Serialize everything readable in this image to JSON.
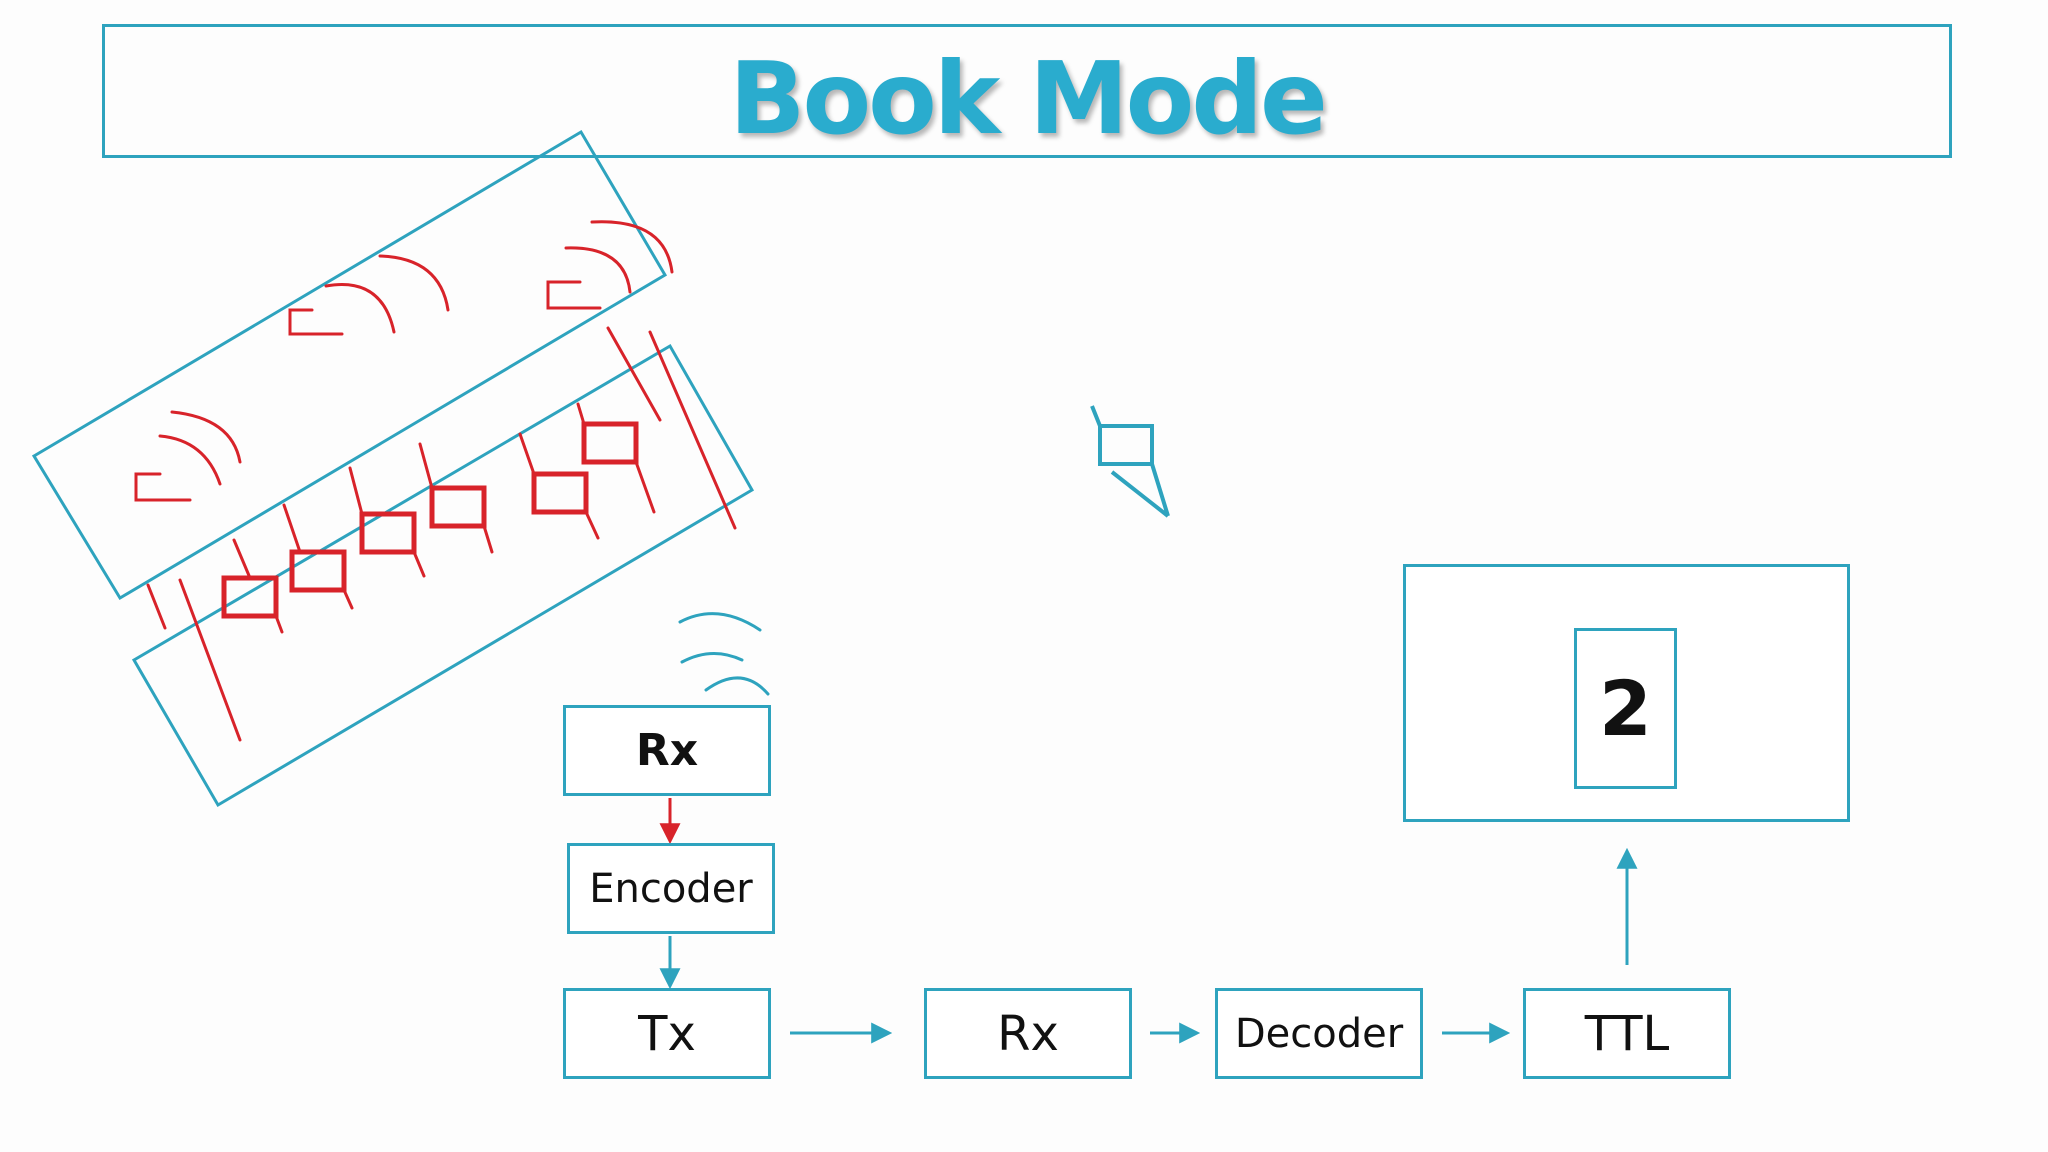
{
  "title": "Book Mode",
  "colors": {
    "title": "#2aacce",
    "box_border": "#2ea3be",
    "arrow_blue": "#2ea3be",
    "arrow_red": "#d8232a",
    "sketch_red": "#d8232a",
    "sketch_blue": "#2ea3be"
  },
  "flow": {
    "rx_top": "Rx",
    "encoder": "Encoder",
    "tx": "Tx",
    "rx_bottom": "Rx",
    "decoder": "Decoder",
    "ttl": "TTL"
  },
  "display": {
    "digit": "2"
  },
  "icons": {
    "signal_waves": "wifi-waves-icon",
    "book_sketch": "open-book-sketch",
    "led_sensor": "led-sensor-icon"
  }
}
